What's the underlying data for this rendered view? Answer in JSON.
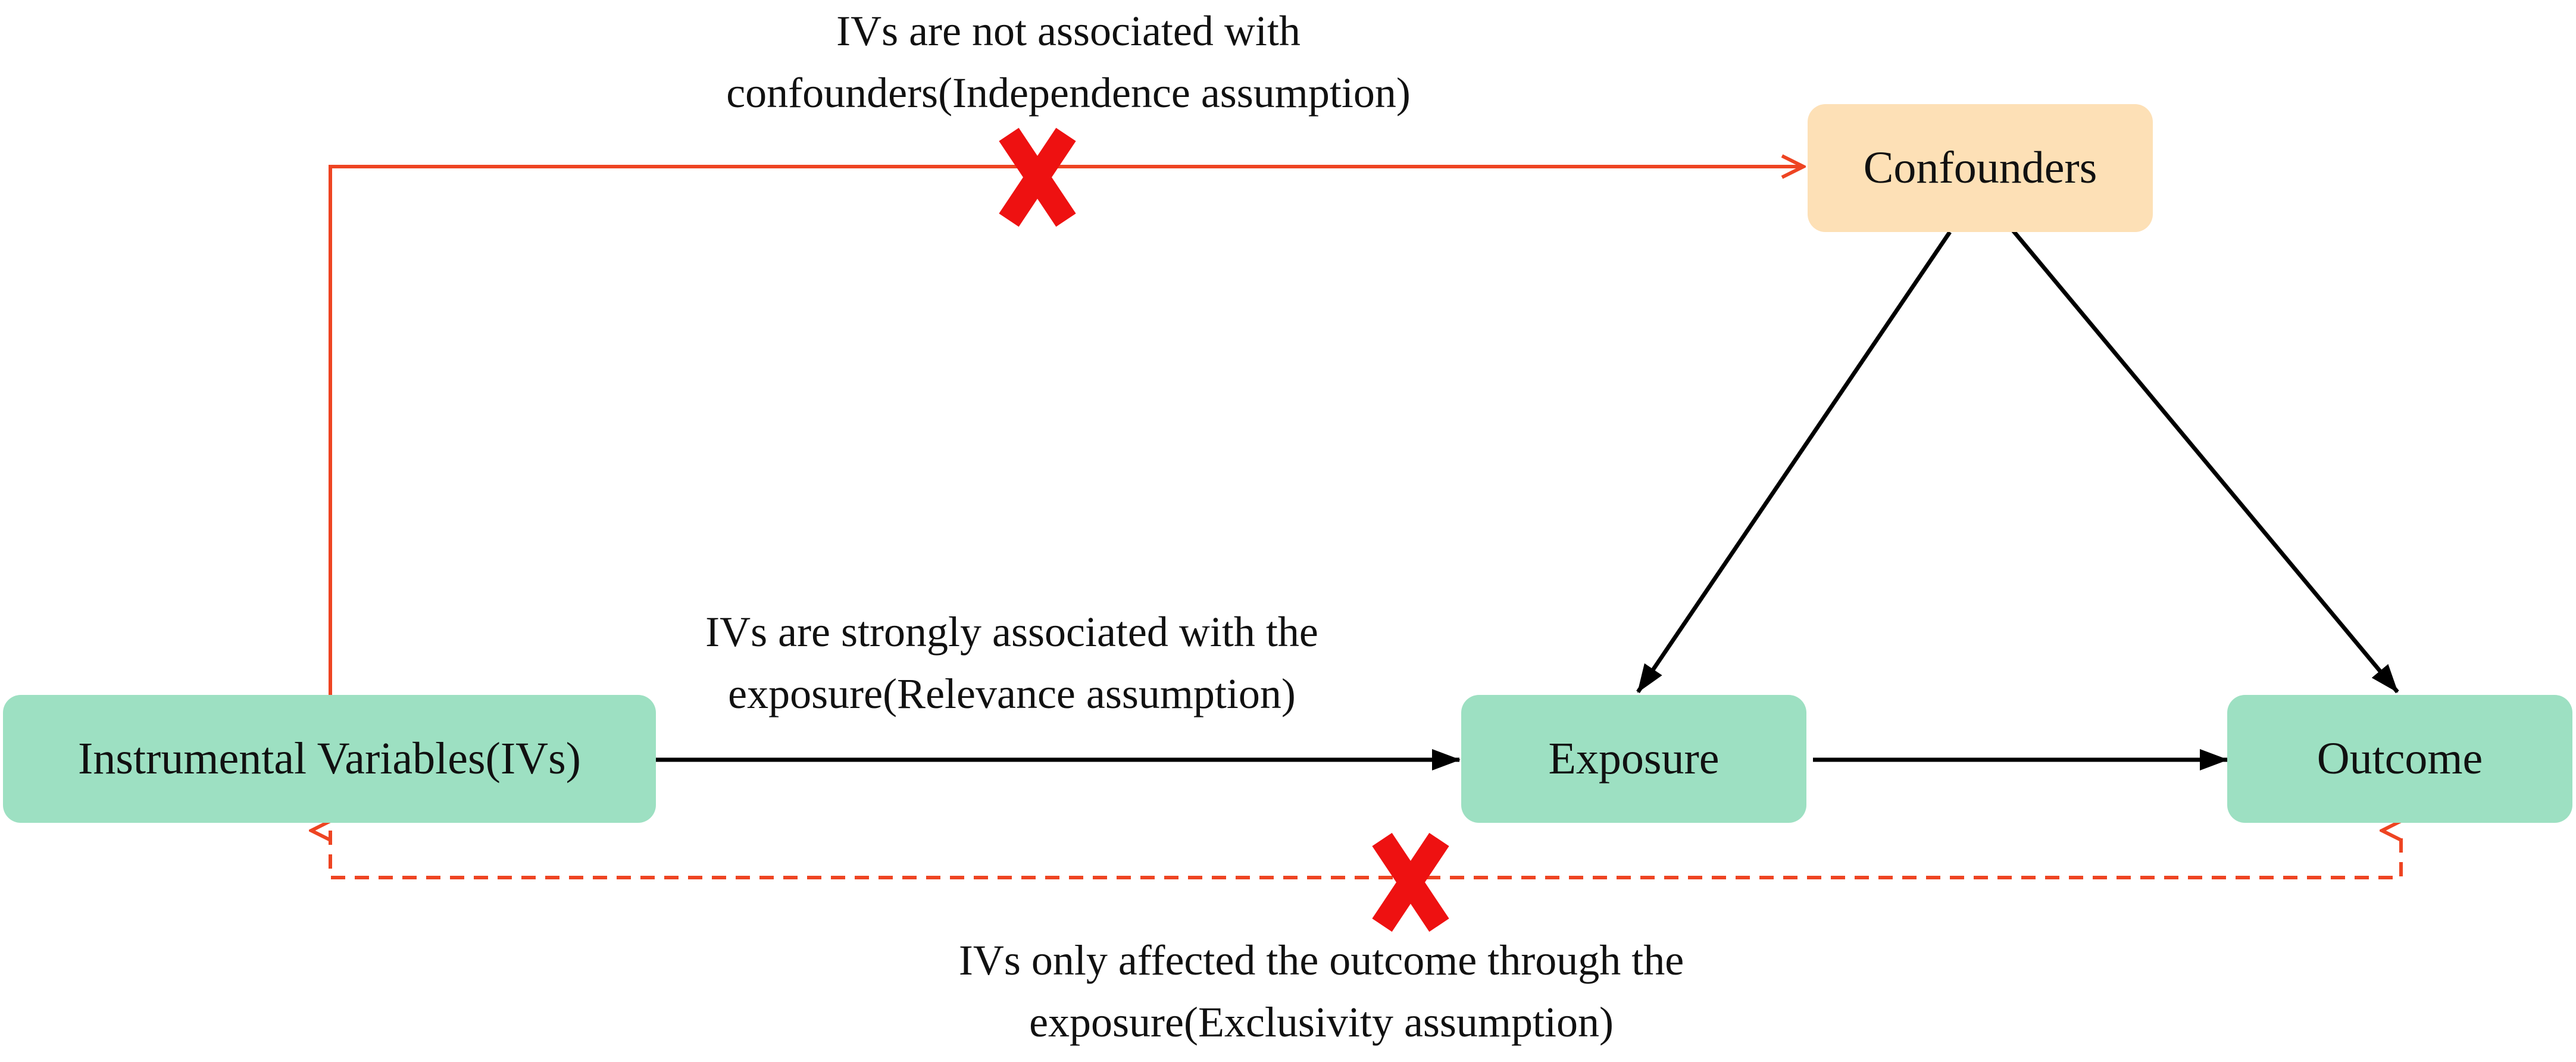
{
  "nodes": {
    "ivs": "Instrumental Variables(IVs)",
    "exposure": "Exposure",
    "outcome": "Outcome",
    "confounders": "Confounders"
  },
  "captions": {
    "independence": [
      "IVs are not associated with",
      "confounders(Independence assumption)"
    ],
    "relevance": [
      "IVs are strongly associated with the",
      "exposure(Relevance assumption)"
    ],
    "exclusivity": [
      "IVs only affected the outcome through the",
      "exposure(Exclusivity assumption)"
    ]
  },
  "colors": {
    "node_fill": "#9de0c2",
    "confounder_fill": "#fde0b6",
    "red_line": "#ee4422",
    "red_x": "#ee1111",
    "black_line": "#000000"
  }
}
